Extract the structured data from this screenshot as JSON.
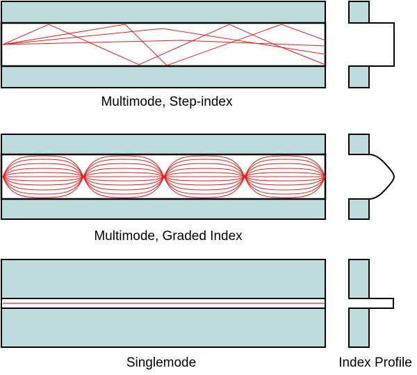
{
  "colors": {
    "cladding": "#bedbde",
    "outline": "#000000",
    "ray": "#e02020",
    "background": "#ffffff"
  },
  "labels": {
    "step_index": "Multimode, Step-index",
    "graded_index": "Multimode, Graded Index",
    "singlemode": "Singlemode",
    "index_profile": "Index Profile"
  }
}
